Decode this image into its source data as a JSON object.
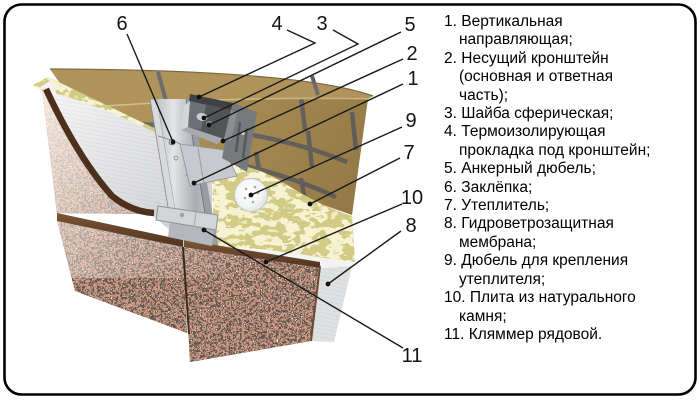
{
  "figure": {
    "callouts": [
      {
        "num": "1"
      },
      {
        "num": "2"
      },
      {
        "num": "3"
      },
      {
        "num": "4"
      },
      {
        "num": "5"
      },
      {
        "num": "6"
      },
      {
        "num": "7"
      },
      {
        "num": "8"
      },
      {
        "num": "9"
      },
      {
        "num": "10"
      },
      {
        "num": "11"
      }
    ]
  },
  "legend": {
    "items": [
      {
        "num": "1.",
        "text": "Вертикальная\nнаправляющая;"
      },
      {
        "num": "2.",
        "text": "Несущий кронштейн\n(основная и ответная\nчасть);"
      },
      {
        "num": "3.",
        "text": "Шайба сферическая;"
      },
      {
        "num": "4.",
        "text": "Термоизолирующая\nпрокладка под кронштейн;"
      },
      {
        "num": "5.",
        "text": "Анкерный дюбель;"
      },
      {
        "num": "6.",
        "text": "Заклёпка;"
      },
      {
        "num": "7.",
        "text": "Утеплитель;"
      },
      {
        "num": "8.",
        "text": "Гидроветрозащитная\nмембрана;"
      },
      {
        "num": "9.",
        "text": "Дюбель для крепления\nутеплителя;"
      },
      {
        "num": "10.",
        "text": "Плита из натурального\nкамня;"
      },
      {
        "num": "11.",
        "text": "Кляммер рядовой."
      }
    ]
  },
  "colors": {
    "background": "#ffffff",
    "border": "#000000",
    "brick": "#b2904a",
    "wall_top": "#ad8c49",
    "mortar": "#5d5e60",
    "insulation": "#c9c35e",
    "membrane": "#f3f3f4",
    "granite": "#b5674a",
    "granite_edge": "#4c2f1c",
    "metal": "#c6c9cd",
    "metal_dark": "#3f4145",
    "leader_line": "#1a1a1a"
  }
}
